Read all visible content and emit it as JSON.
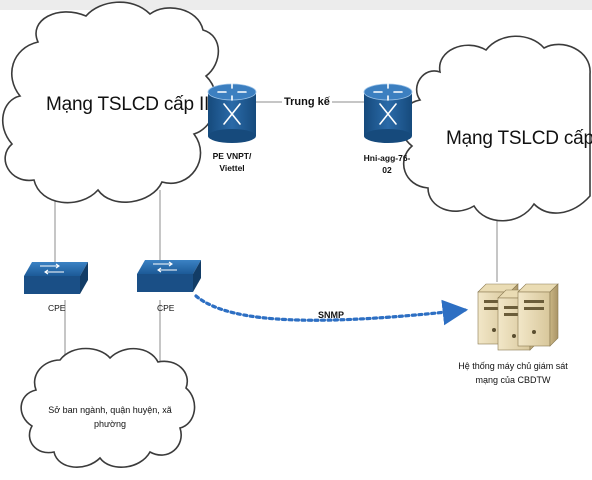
{
  "clouds": {
    "cap2": "Mạng TSLCD cấp II",
    "cap1": "Mạng TSLCD cấp I",
    "local": "Sở ban ngành, quận huyện, xã phường"
  },
  "routers": {
    "pe_line1": "PE VNPT/",
    "pe_line2": "Viettel",
    "hni_line1": "Hni-agg-76-",
    "hni_line2": "02"
  },
  "links": {
    "trunk": "Trung kế",
    "snmp": "SNMP"
  },
  "switches": {
    "left": "CPE",
    "right": "CPE"
  },
  "servers": {
    "line1": "Hệ thống máy chủ giám sát",
    "line2": "mạng của CBDTW"
  },
  "colors": {
    "router_blue": "#1f5a93",
    "snmp_arrow": "#2d6fc3",
    "line_gray": "#8c8c8c"
  }
}
